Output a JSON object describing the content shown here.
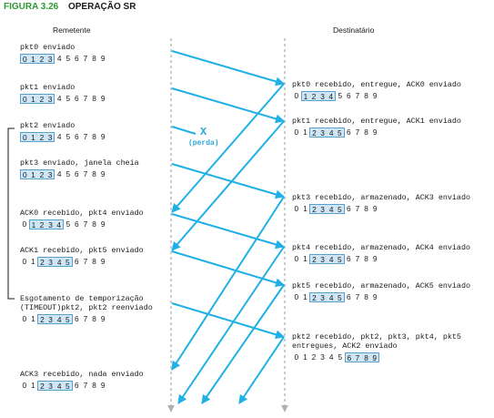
{
  "figure": {
    "label": "FIGURA 3.26",
    "title": "OPERAÇÃO SR"
  },
  "columns": {
    "sender": "Remetente",
    "receiver": "Destinatário"
  },
  "sender_events": [
    {
      "lines": [
        "pkt0 enviado"
      ],
      "window_start": 0,
      "window_end": 3
    },
    {
      "lines": [
        "pkt1 enviado"
      ],
      "window_start": 0,
      "window_end": 3
    },
    {
      "lines": [
        "pkt2 enviado"
      ],
      "window_start": 0,
      "window_end": 3
    },
    {
      "lines": [
        "pkt3 enviado, janela cheia"
      ],
      "window_start": 0,
      "window_end": 3
    },
    {
      "lines": [
        "ACK0 recebido, pkt4 enviado"
      ],
      "window_start": 1,
      "window_end": 4
    },
    {
      "lines": [
        "ACK1 recebido, pkt5 enviado"
      ],
      "window_start": 2,
      "window_end": 5
    },
    {
      "lines": [
        "Esgotamento de temporização",
        "(TIMEOUT)pkt2, pkt2 reenviado"
      ],
      "window_start": 2,
      "window_end": 5
    },
    {
      "lines": [
        "ACK3 recebido, nada enviado"
      ],
      "window_start": 2,
      "window_end": 5
    }
  ],
  "receiver_events": [
    {
      "lines": [
        "pkt0 recebido, entregue, ACK0 enviado"
      ],
      "window_start": 1,
      "window_end": 4
    },
    {
      "lines": [
        "pkt1 recebido, entregue, ACK1 enviado"
      ],
      "window_start": 2,
      "window_end": 5
    },
    {
      "lines": [
        "pkt3 recebido, armazenado, ACK3 enviado"
      ],
      "window_start": 2,
      "window_end": 5
    },
    {
      "lines": [
        "pkt4 recebido, armazenado, ACK4 enviado"
      ],
      "window_start": 2,
      "window_end": 5
    },
    {
      "lines": [
        "pkt5 recebido, armazenado, ACK5 enviado"
      ],
      "window_start": 2,
      "window_end": 5
    },
    {
      "lines": [
        "pkt2 recebido, pkt2, pkt3, pkt4, pkt5",
        "entregues, ACK2 enviado"
      ],
      "window_start": 6,
      "window_end": 9
    }
  ],
  "sequence_numbers": [
    "0",
    "1",
    "2",
    "3",
    "4",
    "5",
    "6",
    "7",
    "8",
    "9"
  ],
  "loss": {
    "mark": "X",
    "label": "(perda)"
  },
  "colors": {
    "arrow": "#1fb0e6",
    "timeline": "#b0b0b0",
    "window": "#cfe6f6",
    "figure_label": "#2e9a35"
  }
}
